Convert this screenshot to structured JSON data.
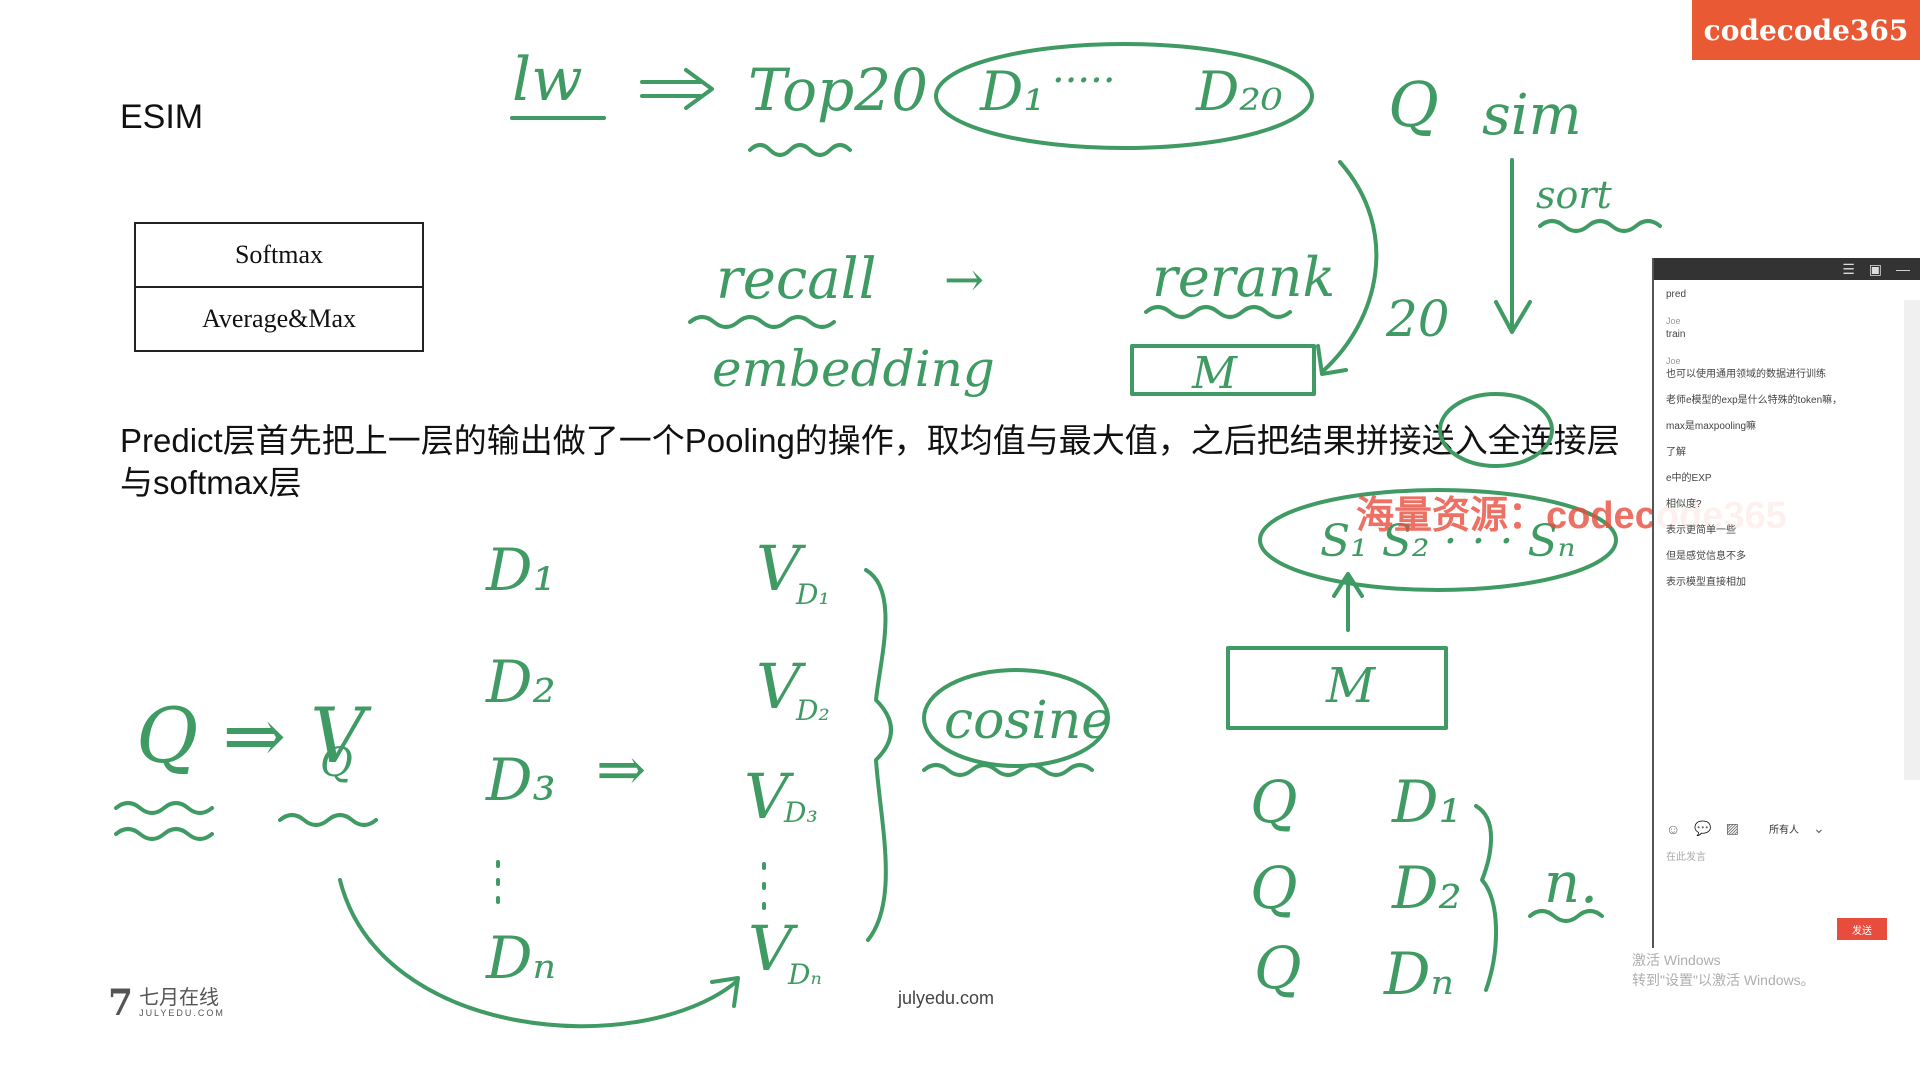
{
  "colors": {
    "ink": "#3f9a63",
    "brand": "#e95a34",
    "watermark": "#e74c3c"
  },
  "slide": {
    "title": "ESIM",
    "layers": [
      "Softmax",
      "Average&Max"
    ],
    "description": "Predict层首先把上一层的输出做了一个Pooling的操作，取均值与最大值，之后把结果拼接送入全连接层与softmax层"
  },
  "annotations": {
    "lw": "lw",
    "top20": "Top20",
    "d1": "D₁",
    "dots": "·····",
    "d20": "D₂₀",
    "q": "Q",
    "sim": "sim",
    "sort": "sort",
    "recall": "recall",
    "arrow": "→",
    "rerank": "rerank",
    "embedding": "embedding",
    "twenty": "20",
    "m": "M",
    "s_list": "S₁ S₂ · · · Sₙ",
    "m2": "M",
    "q_vq": "Q ⇒ V",
    "vq_sub": "Q",
    "d_list": [
      "D₁",
      "D₂",
      "D₃",
      "Dₙ"
    ],
    "double_arrow": "⇒",
    "v_list": [
      "V",
      "V",
      "V",
      "V"
    ],
    "v_subs": [
      "D₁",
      "D₂",
      "D₃",
      "Dₙ"
    ],
    "cosine": "cosine",
    "qd_pairs": [
      [
        "Q",
        "D₁"
      ],
      [
        "Q",
        "D₂"
      ],
      [
        "Q",
        "Dₙ"
      ]
    ],
    "n": "n."
  },
  "branding": {
    "badge": "codecode365",
    "watermark": "海量资源：codecode365",
    "logo_mark": "7",
    "logo_cn": "七月在线",
    "logo_en": "JULYEDU.COM",
    "url": "julyedu.com"
  },
  "chat_panel": {
    "messages": [
      {
        "who": "",
        "text": "pred"
      },
      {
        "who": "Joe",
        "text": "train"
      },
      {
        "who": "Joe",
        "text": "也可以使用通用领域的数据进行训练"
      },
      {
        "who": "",
        "text": "老师e模型的exp是什么特殊的token嘛，"
      },
      {
        "who": "",
        "text": "max是maxpooling嘛"
      },
      {
        "who": "",
        "text": "了解"
      },
      {
        "who": "",
        "text": "e中的EXP"
      },
      {
        "who": "",
        "text": "相似度?"
      },
      {
        "who": "",
        "text": "表示更简单一些"
      },
      {
        "who": "",
        "text": "但是感觉信息不多"
      },
      {
        "who": "",
        "text": "表示模型直接相加"
      }
    ],
    "to_label": "所有人",
    "input_placeholder": "在此发言",
    "send_label": "发送"
  },
  "os_notice": [
    "激活 Windows",
    "转到\"设置\"以激活 Windows。"
  ]
}
